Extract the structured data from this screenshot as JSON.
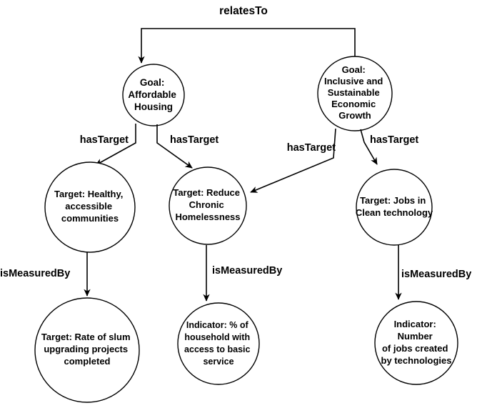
{
  "diagram": {
    "type": "ontology-graph",
    "title": "relatesTo",
    "background_color": "#ffffff",
    "stroke_color": "#000000",
    "nodes": [
      {
        "id": "goal_housing",
        "kind": "goal",
        "lines": [
          "Goal:",
          "Affordable",
          "Housing"
        ]
      },
      {
        "id": "goal_growth",
        "kind": "goal",
        "lines": [
          "Goal:",
          "Inclusive and",
          "Sustainable",
          "Economic",
          "Growth"
        ]
      },
      {
        "id": "target_communities",
        "kind": "target",
        "lines": [
          "Target: Healthy,",
          "accessible",
          "communities"
        ]
      },
      {
        "id": "target_homelessness",
        "kind": "target",
        "lines": [
          "Target: Reduce",
          "Chronic",
          "Homelessness"
        ]
      },
      {
        "id": "target_cleantech",
        "kind": "target",
        "lines": [
          "Target: Jobs in",
          "Clean technology"
        ]
      },
      {
        "id": "indicator_slum",
        "kind": "indicator",
        "lines": [
          "Target: Rate of slum",
          "upgrading projects",
          "completed"
        ]
      },
      {
        "id": "indicator_household",
        "kind": "indicator",
        "lines": [
          "Indicator: % of",
          "household with",
          "access to basic",
          "service"
        ]
      },
      {
        "id": "indicator_jobs",
        "kind": "indicator",
        "lines": [
          "Indicator:",
          "Number",
          "of jobs created",
          "by technologies"
        ]
      }
    ],
    "edge_labels": {
      "relates_to": "relatesTo",
      "has_target_1": "hasTarget",
      "has_target_2": "hasTarget",
      "has_target_3": "hasTarget",
      "has_target_4": "hasTarget",
      "is_measured_by_1": "isMeasuredBy",
      "is_measured_by_2": "isMeasuredBy",
      "is_measured_by_3": "isMeasuredBy"
    }
  }
}
